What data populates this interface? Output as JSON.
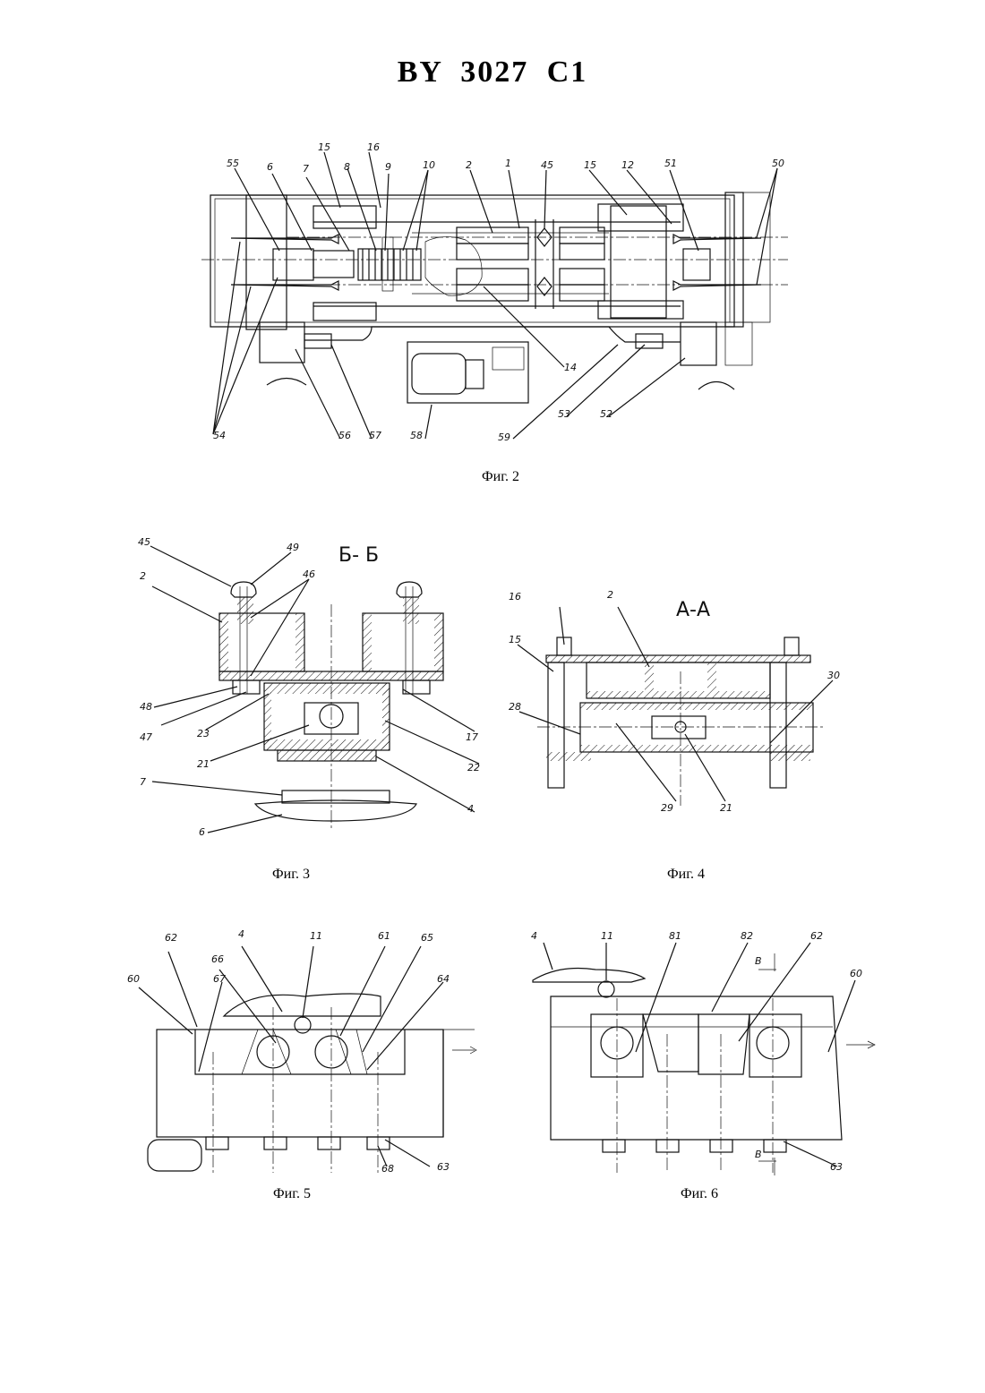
{
  "header": {
    "title": "BY  3027  C1"
  },
  "figures": {
    "fig2": {
      "caption": "Фиг. 2",
      "labels": [
        "55",
        "6",
        "7",
        "15",
        "8",
        "16",
        "9",
        "10",
        "2",
        "1",
        "45",
        "15",
        "12",
        "51",
        "50",
        "54",
        "56",
        "57",
        "58",
        "59",
        "53",
        "52",
        "14"
      ]
    },
    "fig3": {
      "caption": "Фиг. 3",
      "section": "Б- Б",
      "labels": [
        "45",
        "49",
        "46",
        "2",
        "48",
        "47",
        "23",
        "21",
        "7",
        "6",
        "17",
        "22",
        "4"
      ]
    },
    "fig4": {
      "caption": "Фиг. 4",
      "section": "А-А",
      "labels": [
        "16",
        "2",
        "15",
        "28",
        "30",
        "29",
        "21"
      ]
    },
    "fig5": {
      "caption": "Фиг. 5",
      "labels": [
        "62",
        "4",
        "11",
        "61",
        "65",
        "60",
        "66",
        "67",
        "64",
        "68",
        "63"
      ]
    },
    "fig6": {
      "caption": "Фиг. 6",
      "labels": [
        "4",
        "11",
        "81",
        "82",
        "62",
        "60",
        "В",
        "В",
        "63"
      ]
    }
  }
}
